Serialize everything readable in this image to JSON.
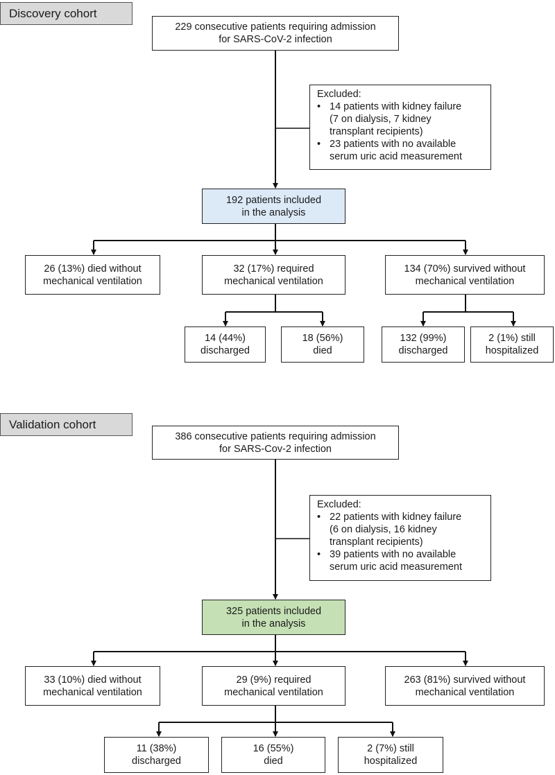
{
  "discovery": {
    "tag": "Discovery cohort",
    "top": [
      "229 consecutive patients requiring admission",
      "for SARS-CoV-2 infection"
    ],
    "excluded": {
      "title": "Excluded:",
      "items": [
        [
          "14 patients with kidney failure",
          "(7 on dialysis, 7 kidney",
          "transplant recipients)"
        ],
        [
          "23 patients with no available",
          "serum uric acid measurement"
        ]
      ]
    },
    "included": [
      "192 patients included",
      "in the analysis"
    ],
    "died_no_mv": [
      "26 (13%) died without",
      "mechanical ventilation"
    ],
    "required_mv": [
      "32 (17%) required",
      "mechanical ventilation"
    ],
    "survived_no_mv": [
      "134 (70%) survived without",
      "mechanical ventilation"
    ],
    "mv_discharged": [
      "14 (44%)",
      "discharged"
    ],
    "mv_died": [
      "18 (56%)",
      "died"
    ],
    "surv_discharged": [
      "132 (99%)",
      "discharged"
    ],
    "surv_hospitalized": [
      "2 (1%) still",
      "hospitalized"
    ]
  },
  "validation": {
    "tag": "Validation cohort",
    "top": [
      "386 consecutive patients requiring admission",
      "for SARS-Cov-2 infection"
    ],
    "excluded": {
      "title": "Excluded:",
      "items": [
        [
          "22 patients with kidney failure",
          "(6 on dialysis, 16 kidney",
          "transplant recipients)"
        ],
        [
          "39 patients with no available",
          "serum uric acid measurement"
        ]
      ]
    },
    "included": [
      "325 patients included",
      "in the analysis"
    ],
    "died_no_mv": [
      "33 (10%) died without",
      "mechanical ventilation"
    ],
    "required_mv": [
      "29 (9%) required",
      "mechanical ventilation"
    ],
    "survived_no_mv": [
      "263 (81%) survived without",
      "mechanical ventilation"
    ],
    "mv_discharged": [
      "11 (38%)",
      "discharged"
    ],
    "mv_died": [
      "16 (55%)",
      "died"
    ],
    "mv_hospitalized": [
      "2 (7%) still",
      "hospitalized"
    ]
  }
}
